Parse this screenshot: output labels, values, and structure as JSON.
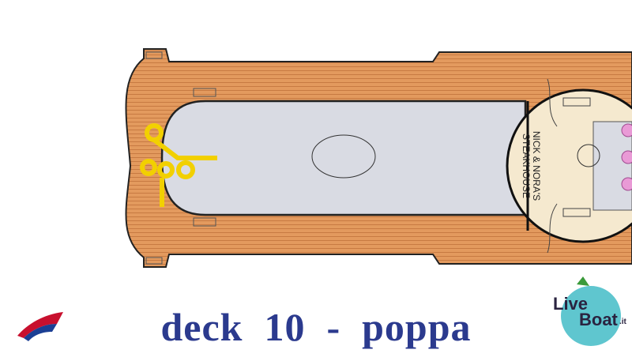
{
  "title": {
    "deck": "deck",
    "number": "10",
    "separator": "-",
    "area": "poppa",
    "full": "deck  10  -  poppa"
  },
  "venues": [
    {
      "name_line1": "NICK & NORA'S",
      "name_line2": "STEAKHOUSE"
    }
  ],
  "logos": {
    "carnival": "carnival-funnel-logo",
    "liveboat": "LiveBoat.it",
    "liveboat_live": "Live",
    "liveboat_boat": "Boat",
    "liveboat_tld": ".it"
  },
  "colors": {
    "deck_wood": "#e0955a",
    "pool_gray": "#d9dbe3",
    "restaurant_cream": "#f5e9cf",
    "title_blue": "#2b3a8e",
    "slide_yellow": "#f2d000",
    "seat_pink": "#e99ad6"
  }
}
